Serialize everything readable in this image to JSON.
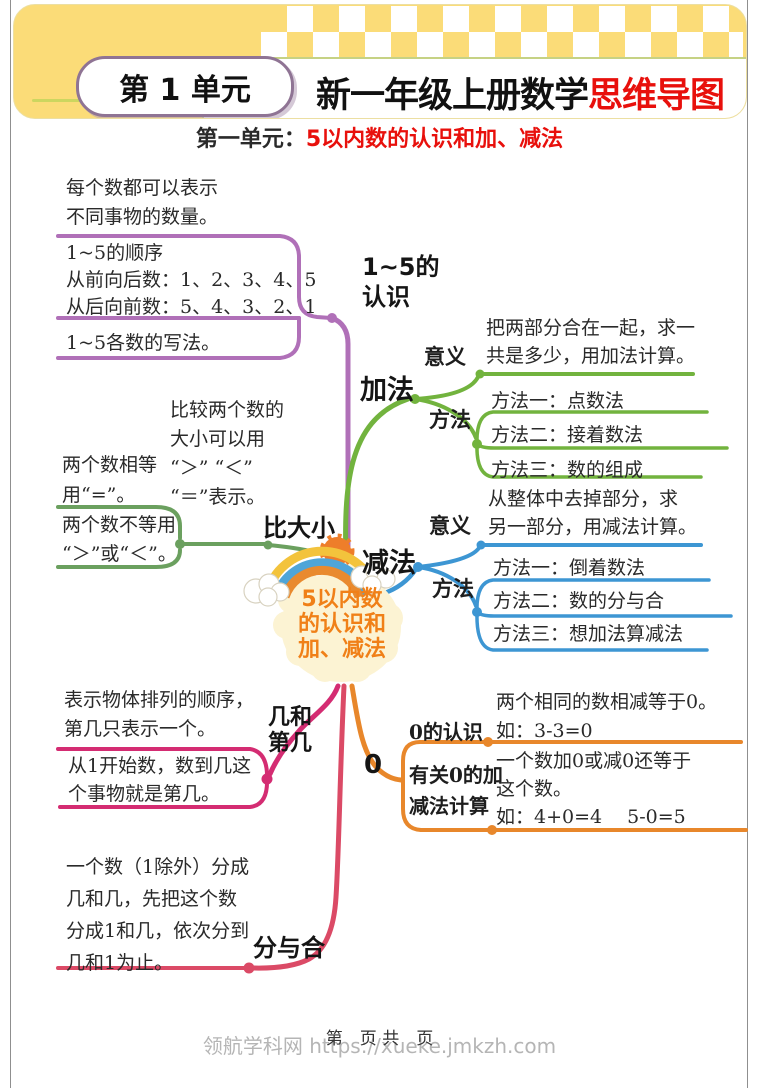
{
  "page": {
    "unit_badge": "第 1 单元",
    "title_black": "新一年级上册数学",
    "title_red": "思维导图",
    "subtitle_label": "第一单元：",
    "subtitle_red": "5以内数的认识和加、减法",
    "footer_page": "第　页 共　页",
    "watermark": "领航学科网 https://xueke.jmkzh.com"
  },
  "center": {
    "line1": "5以内数",
    "line2": "的认识和",
    "line3": "加、减法"
  },
  "branches": {
    "n15": {
      "label_line1": "1~5的",
      "label_line2": "认识",
      "item1_line1": "每个数都可以表示",
      "item1_line2": "不同事物的数量。",
      "item2_line1": "1~5的顺序",
      "item2_line2": "从前向后数：1、2、3、4、5",
      "item2_line3": "从后向前数：5、4、3、2、1",
      "item3": "1~5各数的写法。"
    },
    "addition": {
      "label": "加法",
      "meaning_label": "意义",
      "meaning_line1": "把两部分合在一起，求一",
      "meaning_line2": "共是多少，用加法计算。",
      "method_label": "方法",
      "method1": "方法一：点数法",
      "method2": "方法二：接着数法",
      "method3": "方法三：数的组成"
    },
    "compare": {
      "label": "比大小",
      "note_line1": "比较两个数的",
      "note_line2": "大小可以用",
      "note_line3": "“＞” “＜”",
      "note_line4": "“＝”表示。",
      "item1_line1": "两个数相等",
      "item1_line2": "用“=”。",
      "item2_line1": "两个数不等用",
      "item2_line2": "“＞”或“＜”。"
    },
    "subtraction": {
      "label": "减法",
      "meaning_label": "意义",
      "meaning_line1": "从整体中去掉部分，求",
      "meaning_line2": "另一部分，用减法计算。",
      "method_label": "方法",
      "method1": "方法一：倒着数法",
      "method2": "方法二：数的分与合",
      "method3": "方法三：想加法算减法"
    },
    "ordinal": {
      "label_line1": "几和",
      "label_line2": "第几",
      "item1_line1": "表示物体排列的顺序，",
      "item1_line2": "第几只表示一个。",
      "item2_line1": "从1开始数，数到几这",
      "item2_line2": "个事物就是第几。"
    },
    "zero": {
      "label": "0",
      "sub1_label": "0的认识",
      "sub1_line1": "两个相同的数相减等于0。",
      "sub1_line2": "如：3-3=0",
      "sub2_label_line1": "有关0的加",
      "sub2_label_line2": "减法计算",
      "sub2_line1": "一个数加0或减0还等于",
      "sub2_line2": "这个数。",
      "sub2_line3": "如：4+0=4　 5-0=5"
    },
    "split": {
      "label": "分与合",
      "item_line1": "一个数（1除外）分成",
      "item_line2": "几和几，先把这个数",
      "item_line3": "分成1和几，依次分到",
      "item_line4": "几和1为止。"
    }
  },
  "colors": {
    "banner_yellow": "#FBDC78",
    "title_red": "#E8100C",
    "purple": "#B070B8",
    "green": "#72B33E",
    "sage_green": "#6BA05F",
    "blue": "#3D96D3",
    "orange": "#E8872B",
    "magenta": "#D42C72",
    "pink": "#DB4A66",
    "center_text_orange": "#F08018"
  }
}
